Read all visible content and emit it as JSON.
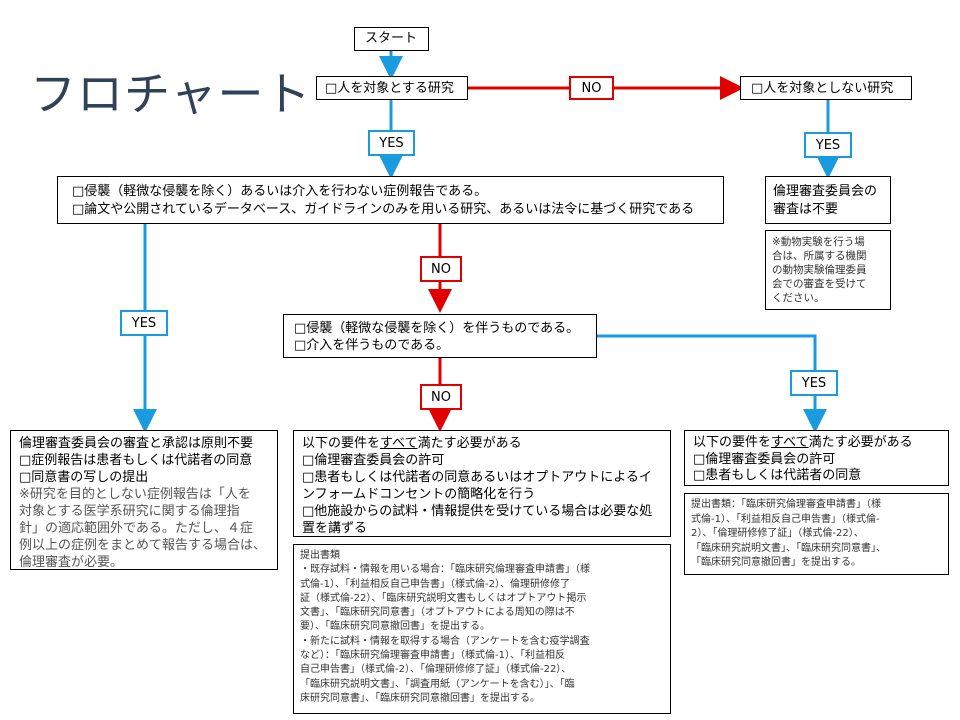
{
  "title": "フロチャート",
  "start": "スタート",
  "q1": "□人を対象とする研究",
  "q1_no_box": "□人を対象としない研究",
  "non_human_result": [
    "倫理審査委員会の",
    "審査は不要"
  ],
  "non_human_note": [
    "※動物実験を行う場",
    "合は、所属する機関",
    "の動物実験倫理委員",
    "会での審査を受けて",
    "ください。"
  ],
  "q2": [
    "□侵襲（軽微な侵襲を除く）あるいは介入を行わない症例報告である。",
    "□論文や公開されているデータベース、ガイドラインのみを用いる研究、あるいは法令に基づく研究である"
  ],
  "q3": [
    "□侵襲（軽微な侵襲を除く）を伴うものである。",
    "□介入を伴うものである。"
  ],
  "labels": {
    "no": "NO",
    "yes": "YES"
  },
  "result_left": [
    "倫理審査委員会の審査と承認は原則不要",
    "□症例報告は患者もしくは代諾者の同意",
    "□同意書の写しの提出",
    "※研究を目的としない症例報告は「人を",
    "対象とする医学系研究に関する倫理指",
    "針」の適応範囲外である。ただし、４症",
    "例以上の症例をまとめて報告する場合は、",
    "倫理審査が必要。"
  ],
  "result_mid": {
    "intro_pre": "以下の要件を",
    "intro_em": "すべて",
    "intro_post": "満たす必要がある",
    "items": [
      "□倫理審査委員会の許可",
      "□患者もしくは代諾者の同意あるいはオプトアウトによるイ",
      "ンフォームドコンセントの簡略化を行う",
      "□他施設からの試料・情報提供を受けている場合は必要な処",
      "置を講ずる"
    ]
  },
  "result_right": {
    "intro_pre": "以下の要件を",
    "intro_em": "すべて",
    "intro_post": "満たす必要がある",
    "items": [
      "□倫理審査委員会の許可",
      "□患者もしくは代諾者の同意"
    ]
  },
  "note_mid": [
    "提出書類",
    "・既存試料・情報を用いる場合：「臨床研究倫理審査申請書」（様",
    "式倫-1）、「利益相反自己申告書」（様式倫-2）、倫理研修修了",
    "証（様式倫-22）、「臨床研究説明文書もしくはオプトアウト掲示",
    "文書」、「臨床研究同意書」（オプトアウトによる周知の際は不",
    "要）、「臨床研究同意撤回書」を提出する。",
    "・新たに試料・情報を取得する場合（アンケートを含む疫学調査",
    "など）：「臨床研究倫理審査申請書」（様式倫-1）、「利益相反",
    "自己申告書」（様式倫-2）、「倫理研修修了証」（様式倫-22）、",
    "「臨床研究説明文書」、「調査用紙（アンケートを含む）」、「臨",
    "床研究同意書」、「臨床研究同意撤回書」を提出する。"
  ],
  "note_right": [
    "提出書類：「臨床研究倫理審査申請書」（様",
    "式倫-1）、「利益相反自己申告書」（様式倫-",
    "2）、「倫理研修修了証」（様式倫-22）、",
    "「臨床研究説明文書」、「臨床研究同意書」、",
    "「臨床研究同意撤回書」を提出する。"
  ],
  "colors": {
    "no_line": "#e00000",
    "yes_line": "#1a9be0",
    "title": "#2f4256"
  }
}
